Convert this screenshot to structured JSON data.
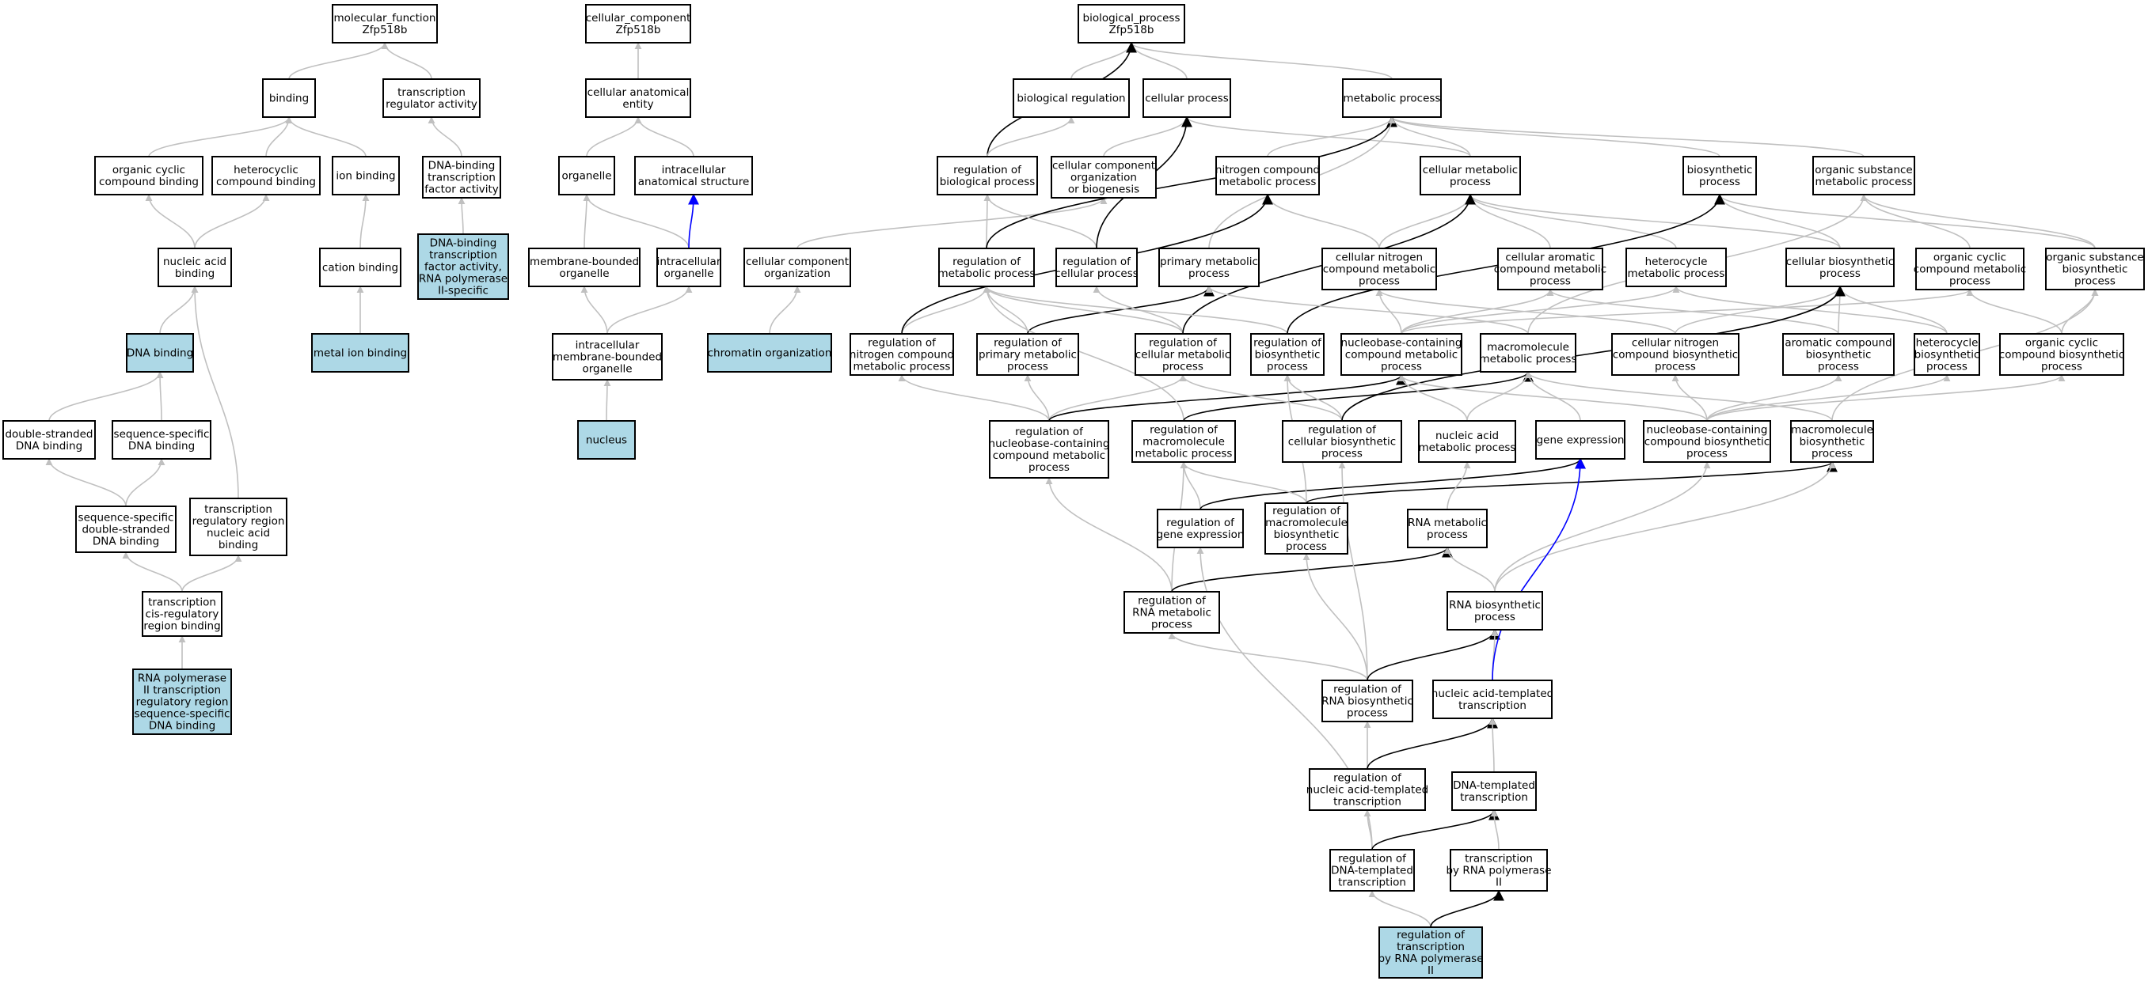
{
  "colors": {
    "node_fill": "#ffffff",
    "node_highlight_fill": "#add8e6",
    "node_border": "#000000",
    "edge_gray": "#c0c0c0",
    "edge_black": "#000000",
    "edge_blue": "#0000ff"
  },
  "nodes": {
    "mf_root": "molecular_function\nZfp518b",
    "binding": "binding",
    "tr_reg_act": "transcription\nregulator activity",
    "org_cyc_bind": "organic cyclic\ncompound binding",
    "het_bind": "heterocyclic\ncompound binding",
    "ion_bind": "ion binding",
    "dbtf_act": "DNA-binding\ntranscription\nfactor activity",
    "dbtf_rnap2": "DNA-binding\ntranscription\nfactor activity,\nRNA polymerase\nII-specific",
    "na_bind": "nucleic acid\nbinding",
    "cation_bind": "cation binding",
    "metal_ion_bind": "metal ion binding",
    "dna_bind": "DNA binding",
    "ds_dna_bind": "double-stranded\nDNA binding",
    "ss_dna_bind": "sequence-specific\nDNA binding",
    "ssds_dna_bind": "sequence-specific\ndouble-stranded\nDNA binding",
    "trr_na_bind": "transcription\nregulatory region\nnucleic acid\nbinding",
    "tcrr_bind": "transcription\ncis-regulatory\nregion binding",
    "rnap2_bind": "RNA polymerase\nII transcription\nregulatory region\nsequence-specific\nDNA binding",
    "cc_root": "cellular_component\nZfp518b",
    "cae": "cellular anatomical\nentity",
    "organelle": "organelle",
    "ias": "intracellular\nanatomical structure",
    "mbo": "membrane-bounded\norganelle",
    "ic_org": "intracellular\norganelle",
    "imbo": "intracellular\nmembrane-bounded\norganelle",
    "nucleus": "nucleus",
    "bp_root": "biological_process\nZfp518b",
    "bio_reg": "biological regulation",
    "cell_proc": "cellular process",
    "met_proc": "metabolic process",
    "reg_bio": "regulation of\nbiological process",
    "cco_bio": "cellular component\norganization\nor biogenesis",
    "nc_met": "nitrogen compound\nmetabolic process",
    "cell_met": "cellular metabolic\nprocess",
    "biosyn": "biosynthetic\nprocess",
    "os_met": "organic substance\nmetabolic process",
    "cco": "cellular component\norganization",
    "chrom_org": "chromatin organization",
    "reg_met": "regulation of\nmetabolic process",
    "reg_cell": "regulation of\ncellular process",
    "prim_met": "primary metabolic\nprocess",
    "cnc_met": "cellular nitrogen\ncompound metabolic\nprocess",
    "cac_met": "cellular aromatic\ncompound metabolic\nprocess",
    "het_met": "heterocycle\nmetabolic process",
    "cell_bio": "cellular biosynthetic\nprocess",
    "occ_met": "organic cyclic\ncompound metabolic\nprocess",
    "os_bio": "organic substance\nbiosynthetic\nprocess",
    "reg_nc_met": "regulation of\nnitrogen compound\nmetabolic process",
    "reg_pm": "regulation of\nprimary metabolic\nprocess",
    "reg_cm": "regulation of\ncellular metabolic\nprocess",
    "reg_bio_syn": "regulation of\nbiosynthetic\nprocess",
    "nbc_met": "nucleobase-containing\ncompound metabolic\nprocess",
    "mm_met": "macromolecule\nmetabolic process",
    "cnc_bio": "cellular nitrogen\ncompound biosynthetic\nprocess",
    "ac_bio": "aromatic compound\nbiosynthetic\nprocess",
    "het_bio": "heterocycle\nbiosynthetic\nprocess",
    "occ_bio": "organic cyclic\ncompound biosynthetic\nprocess",
    "reg_nbc": "regulation of\nnucleobase-containing\ncompound metabolic\nprocess",
    "reg_mm_met": "regulation of\nmacromolecule\nmetabolic process",
    "reg_cell_bio": "regulation of\ncellular biosynthetic\nprocess",
    "na_met": "nucleic acid\nmetabolic process",
    "gene_exp": "gene expression",
    "nbc_bio": "nucleobase-containing\ncompound biosynthetic\nprocess",
    "mm_bio": "macromolecule\nbiosynthetic\nprocess",
    "reg_ge": "regulation of\ngene expression",
    "reg_mm_bio": "regulation of\nmacromolecule\nbiosynthetic\nprocess",
    "rna_met": "RNA metabolic\nprocess",
    "reg_rna_met": "regulation of\nRNA metabolic\nprocess",
    "rna_bio": "RNA biosynthetic\nprocess",
    "reg_rna_bio": "regulation of\nRNA biosynthetic\nprocess",
    "nat": "nucleic acid-templated\ntranscription",
    "reg_nat": "regulation of\nnucleic acid-templated\ntranscription",
    "dtt": "DNA-templated\ntranscription",
    "reg_dtt": "regulation of\nDNA-templated\ntranscription",
    "t_rnap2": "transcription\nby RNA polymerase\nII",
    "reg_t_rnap2": "regulation of\ntranscription\nby RNA polymerase\nII"
  },
  "highlighted": [
    "dbtf_rnap2",
    "metal_ion_bind",
    "dna_bind",
    "rnap2_bind",
    "nucleus",
    "chrom_org",
    "reg_t_rnap2"
  ],
  "edges": [
    [
      "binding",
      "mf_root",
      "gray"
    ],
    [
      "tr_reg_act",
      "mf_root",
      "gray"
    ],
    [
      "org_cyc_bind",
      "binding",
      "gray"
    ],
    [
      "het_bind",
      "binding",
      "gray"
    ],
    [
      "ion_bind",
      "binding",
      "gray"
    ],
    [
      "dbtf_act",
      "tr_reg_act",
      "gray"
    ],
    [
      "dbtf_rnap2",
      "dbtf_act",
      "gray"
    ],
    [
      "na_bind",
      "org_cyc_bind",
      "gray"
    ],
    [
      "na_bind",
      "het_bind",
      "gray"
    ],
    [
      "cation_bind",
      "ion_bind",
      "gray"
    ],
    [
      "metal_ion_bind",
      "cation_bind",
      "gray"
    ],
    [
      "dna_bind",
      "na_bind",
      "gray"
    ],
    [
      "ds_dna_bind",
      "dna_bind",
      "gray"
    ],
    [
      "ss_dna_bind",
      "dna_bind",
      "gray"
    ],
    [
      "ssds_dna_bind",
      "ds_dna_bind",
      "gray"
    ],
    [
      "ssds_dna_bind",
      "ss_dna_bind",
      "gray"
    ],
    [
      "trr_na_bind",
      "na_bind",
      "gray"
    ],
    [
      "tcrr_bind",
      "ssds_dna_bind",
      "gray"
    ],
    [
      "tcrr_bind",
      "trr_na_bind",
      "gray"
    ],
    [
      "rnap2_bind",
      "tcrr_bind",
      "gray"
    ],
    [
      "cae",
      "cc_root",
      "gray"
    ],
    [
      "organelle",
      "cae",
      "gray"
    ],
    [
      "ias",
      "cae",
      "gray"
    ],
    [
      "mbo",
      "organelle",
      "gray"
    ],
    [
      "ic_org",
      "organelle",
      "gray"
    ],
    [
      "ic_org",
      "ias",
      "blue"
    ],
    [
      "imbo",
      "mbo",
      "gray"
    ],
    [
      "imbo",
      "ic_org",
      "gray"
    ],
    [
      "nucleus",
      "imbo",
      "gray"
    ],
    [
      "bio_reg",
      "bp_root",
      "gray"
    ],
    [
      "cell_proc",
      "bp_root",
      "gray"
    ],
    [
      "met_proc",
      "bp_root",
      "gray"
    ],
    [
      "reg_bio",
      "bp_root",
      "black"
    ],
    [
      "reg_bio",
      "bio_reg",
      "gray"
    ],
    [
      "cco_bio",
      "cell_proc",
      "gray"
    ],
    [
      "nc_met",
      "met_proc",
      "gray"
    ],
    [
      "cell_met",
      "cell_proc",
      "gray"
    ],
    [
      "cell_met",
      "met_proc",
      "gray"
    ],
    [
      "biosyn",
      "met_proc",
      "gray"
    ],
    [
      "os_met",
      "met_proc",
      "gray"
    ],
    [
      "cco",
      "cco_bio",
      "gray"
    ],
    [
      "chrom_org",
      "cco",
      "gray"
    ],
    [
      "reg_met",
      "reg_bio",
      "gray"
    ],
    [
      "reg_met",
      "met_proc",
      "black"
    ],
    [
      "reg_cell",
      "reg_bio",
      "gray"
    ],
    [
      "reg_cell",
      "cell_proc",
      "black"
    ],
    [
      "prim_met",
      "met_proc",
      "gray"
    ],
    [
      "cnc_met",
      "nc_met",
      "gray"
    ],
    [
      "cnc_met",
      "cell_met",
      "gray"
    ],
    [
      "cac_met",
      "cell_met",
      "gray"
    ],
    [
      "het_met",
      "cell_met",
      "gray"
    ],
    [
      "cell_bio",
      "cell_met",
      "gray"
    ],
    [
      "cell_bio",
      "biosyn",
      "gray"
    ],
    [
      "occ_met",
      "os_met",
      "gray"
    ],
    [
      "os_bio",
      "os_met",
      "gray"
    ],
    [
      "os_bio",
      "biosyn",
      "gray"
    ],
    [
      "reg_nc_met",
      "reg_met",
      "gray"
    ],
    [
      "reg_nc_met",
      "nc_met",
      "black"
    ],
    [
      "reg_pm",
      "reg_met",
      "gray"
    ],
    [
      "reg_pm",
      "prim_met",
      "black"
    ],
    [
      "reg_cm",
      "reg_met",
      "gray"
    ],
    [
      "reg_cm",
      "reg_cell",
      "gray"
    ],
    [
      "reg_cm",
      "cell_met",
      "black"
    ],
    [
      "reg_bio_syn",
      "reg_met",
      "gray"
    ],
    [
      "reg_bio_syn",
      "biosyn",
      "black"
    ],
    [
      "nbc_met",
      "cnc_met",
      "gray"
    ],
    [
      "nbc_met",
      "cac_met",
      "gray"
    ],
    [
      "nbc_met",
      "het_met",
      "gray"
    ],
    [
      "nbc_met",
      "occ_met",
      "gray"
    ],
    [
      "mm_met",
      "prim_met",
      "gray"
    ],
    [
      "mm_met",
      "os_met",
      "gray"
    ],
    [
      "cnc_bio",
      "cnc_met",
      "gray"
    ],
    [
      "cnc_bio",
      "cell_bio",
      "gray"
    ],
    [
      "ac_bio",
      "cac_met",
      "gray"
    ],
    [
      "ac_bio",
      "cell_bio",
      "gray"
    ],
    [
      "het_bio",
      "het_met",
      "gray"
    ],
    [
      "het_bio",
      "cell_bio",
      "gray"
    ],
    [
      "occ_bio",
      "occ_met",
      "gray"
    ],
    [
      "occ_bio",
      "os_bio",
      "gray"
    ],
    [
      "reg_nbc",
      "reg_nc_met",
      "gray"
    ],
    [
      "reg_nbc",
      "reg_pm",
      "gray"
    ],
    [
      "reg_nbc",
      "reg_cm",
      "gray"
    ],
    [
      "reg_nbc",
      "nbc_met",
      "black"
    ],
    [
      "reg_mm_met",
      "reg_met",
      "gray"
    ],
    [
      "reg_mm_met",
      "mm_met",
      "black"
    ],
    [
      "reg_cell_bio",
      "reg_cm",
      "gray"
    ],
    [
      "reg_cell_bio",
      "reg_bio_syn",
      "gray"
    ],
    [
      "reg_cell_bio",
      "cell_bio",
      "black"
    ],
    [
      "na_met",
      "nbc_met",
      "gray"
    ],
    [
      "na_met",
      "mm_met",
      "gray"
    ],
    [
      "gene_exp",
      "mm_met",
      "gray"
    ],
    [
      "nbc_bio",
      "nbc_met",
      "gray"
    ],
    [
      "nbc_bio",
      "cnc_bio",
      "gray"
    ],
    [
      "nbc_bio",
      "ac_bio",
      "gray"
    ],
    [
      "nbc_bio",
      "het_bio",
      "gray"
    ],
    [
      "nbc_bio",
      "occ_bio",
      "gray"
    ],
    [
      "mm_bio",
      "mm_met",
      "gray"
    ],
    [
      "mm_bio",
      "os_bio",
      "gray"
    ],
    [
      "reg_ge",
      "reg_mm_met",
      "gray"
    ],
    [
      "reg_ge",
      "gene_exp",
      "black"
    ],
    [
      "reg_mm_bio",
      "reg_mm_met",
      "gray"
    ],
    [
      "reg_mm_bio",
      "reg_bio_syn",
      "gray"
    ],
    [
      "reg_mm_bio",
      "mm_bio",
      "black"
    ],
    [
      "rna_met",
      "na_met",
      "gray"
    ],
    [
      "reg_rna_met",
      "reg_nbc",
      "gray"
    ],
    [
      "reg_rna_met",
      "reg_mm_met",
      "gray"
    ],
    [
      "reg_rna_met",
      "rna_met",
      "black"
    ],
    [
      "rna_bio",
      "rna_met",
      "gray"
    ],
    [
      "rna_bio",
      "nbc_bio",
      "gray"
    ],
    [
      "rna_bio",
      "mm_bio",
      "gray"
    ],
    [
      "reg_rna_bio",
      "reg_rna_met",
      "gray"
    ],
    [
      "reg_rna_bio",
      "reg_cell_bio",
      "gray"
    ],
    [
      "reg_rna_bio",
      "reg_mm_bio",
      "gray"
    ],
    [
      "reg_rna_bio",
      "rna_bio",
      "black"
    ],
    [
      "nat",
      "rna_bio",
      "gray"
    ],
    [
      "nat",
      "gene_exp",
      "blue"
    ],
    [
      "reg_nat",
      "reg_rna_bio",
      "gray"
    ],
    [
      "reg_nat",
      "nat",
      "black"
    ],
    [
      "dtt",
      "nat",
      "gray"
    ],
    [
      "reg_dtt",
      "reg_nat",
      "gray"
    ],
    [
      "reg_dtt",
      "reg_ge",
      "gray"
    ],
    [
      "reg_dtt",
      "dtt",
      "black"
    ],
    [
      "t_rnap2",
      "dtt",
      "gray"
    ],
    [
      "reg_t_rnap2",
      "reg_dtt",
      "gray"
    ],
    [
      "reg_t_rnap2",
      "t_rnap2",
      "black"
    ]
  ]
}
